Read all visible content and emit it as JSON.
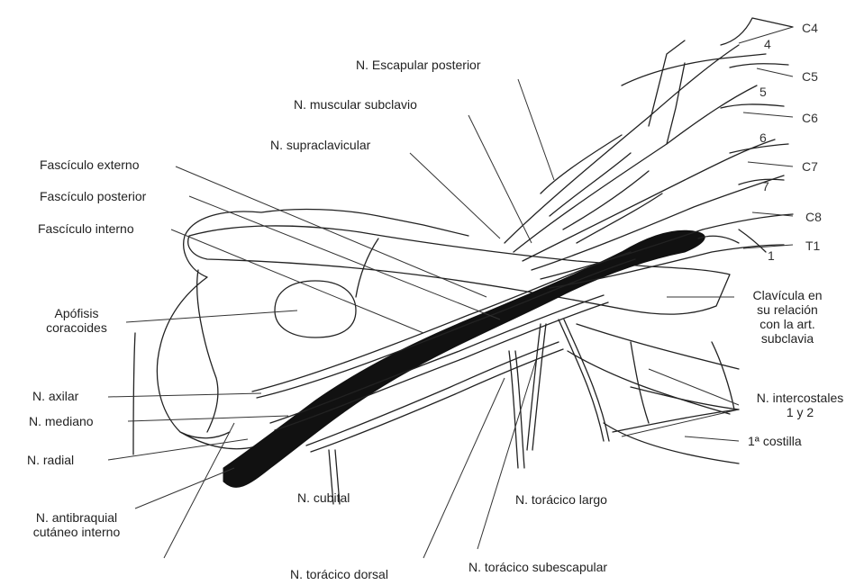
{
  "labels": {
    "escapular_posterior": "N. Escapular posterior",
    "muscular_subclavio": "N. muscular subclavio",
    "supraclavicular": "N. supraclavicular",
    "fasciculo_externo": "Fascículo externo",
    "fasciculo_posterior": "Fascículo posterior",
    "fasciculo_interno": "Fascículo interno",
    "apofisis_line1": "Apófisis",
    "apofisis_line2": "coracoides",
    "axilar": "N. axilar",
    "mediano": "N. mediano",
    "radial": "N. radial",
    "antibraquial_line1": "N. antibraquial",
    "antibraquial_line2": "cutáneo interno",
    "cubital": "N. cubital",
    "toracico_dorsal": "N. torácico dorsal",
    "toracico_subescapular": "N. torácico subescapular",
    "toracico_largo": "N. torácico largo",
    "clavicula_line1": "Clavícula en",
    "clavicula_line2": "su relación",
    "clavicula_line3": "con la art.",
    "clavicula_line4": "subclavia",
    "intercostales_line1": "N. intercostales",
    "intercostales_line2": "1 y 2",
    "costilla": "1ª costilla"
  },
  "roots": {
    "c4": "C4",
    "c5": "C5",
    "c6": "C6",
    "c7": "C7",
    "c8": "C8",
    "t1": "T1",
    "n4": "4",
    "n5": "5",
    "n6": "6",
    "n7": "7",
    "n1": "1"
  }
}
